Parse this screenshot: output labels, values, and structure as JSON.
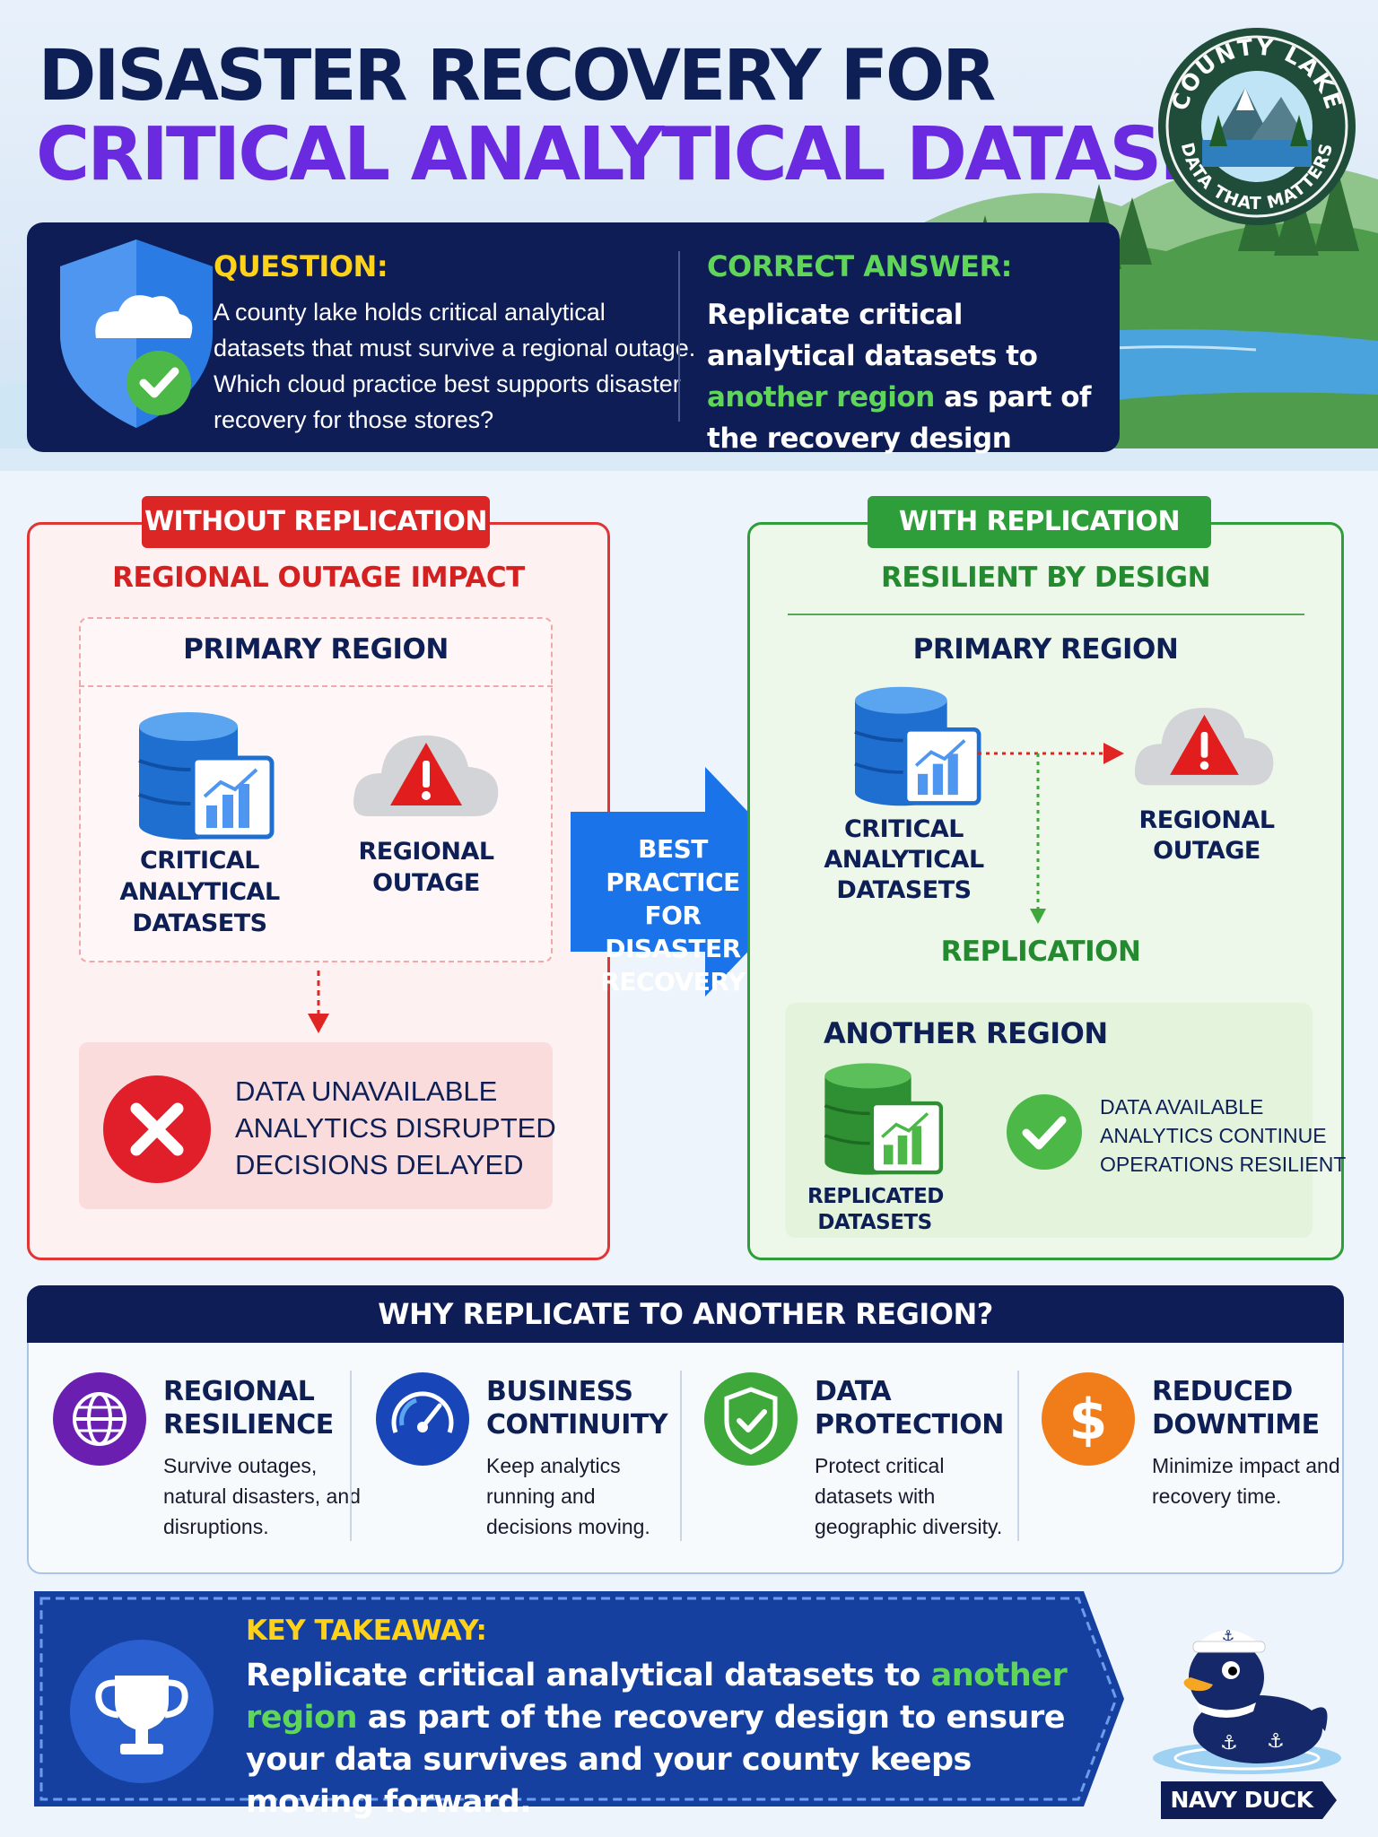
{
  "header": {
    "title_line1": "DISASTER RECOVERY FOR",
    "title_line2": "CRITICAL ANALYTICAL DATASETS"
  },
  "logo": {
    "top_text": "COUNTY LAKE",
    "bottom_text": "DATA THAT MATTERS"
  },
  "question": {
    "label": "QUESTION:",
    "text": "A county lake holds critical analytical datasets that must survive a regional outage. Which cloud practice best supports disaster recovery for those stores?"
  },
  "answer": {
    "label": "CORRECT ANSWER:",
    "text_before": "Replicate critical analytical datasets to ",
    "text_highlight": "another region",
    "text_after": " as part of the recovery design"
  },
  "without": {
    "banner": "WITHOUT REPLICATION",
    "subtitle": "REGIONAL OUTAGE IMPACT",
    "region_title": "PRIMARY REGION",
    "dataset_label": "CRITICAL ANALYTICAL DATASETS",
    "outage_label": "REGIONAL OUTAGE",
    "impact_lines": [
      "DATA UNAVAILABLE",
      "ANALYTICS DISRUPTED",
      "DECISIONS DELAYED"
    ]
  },
  "middle_arrow": {
    "text": "BEST PRACTICE FOR DISASTER RECOVERY"
  },
  "with": {
    "banner": "WITH REPLICATION",
    "subtitle": "RESILIENT BY DESIGN",
    "region_title": "PRIMARY REGION",
    "dataset_label": "CRITICAL ANALYTICAL DATASETS",
    "outage_label": "REGIONAL OUTAGE",
    "replication_label": "REPLICATION",
    "another_region_title": "ANOTHER REGION",
    "replicated_label": "REPLICATED DATASETS",
    "available_lines": [
      "DATA AVAILABLE",
      "ANALYTICS CONTINUE",
      "OPERATIONS RESILIENT"
    ]
  },
  "why": {
    "title": "WHY REPLICATE TO ANOTHER REGION?",
    "items": [
      {
        "icon": "globe-icon",
        "title": "REGIONAL RESILIENCE",
        "desc": "Survive outages, natural disasters, and disruptions.",
        "color": "#6a1fb0"
      },
      {
        "icon": "speedometer-icon",
        "title": "BUSINESS CONTINUITY",
        "desc": "Keep analytics running and decisions moving.",
        "color": "#1846b8"
      },
      {
        "icon": "shield-check-icon",
        "title": "DATA PROTECTION",
        "desc": "Protect critical datasets with geographic diversity.",
        "color": "#3fa83a"
      },
      {
        "icon": "dollar-icon",
        "title": "REDUCED DOWNTIME",
        "desc": "Minimize impact and recovery time.",
        "color": "#f07d1a"
      }
    ]
  },
  "takeaway": {
    "label": "KEY TAKEAWAY:",
    "text_before": "Replicate critical analytical datasets to ",
    "text_highlight": "another region",
    "text_after": " as part of the recovery design to ensure your data survives and your county keeps moving forward."
  },
  "mascot": {
    "label": "NAVY DUCK"
  },
  "colors": {
    "navy": "#0e1d56",
    "purple": "#6a2be0",
    "red": "#dc2626",
    "green": "#2e9e3a",
    "blue": "#1a73e8",
    "yellow": "#ffd21a"
  }
}
